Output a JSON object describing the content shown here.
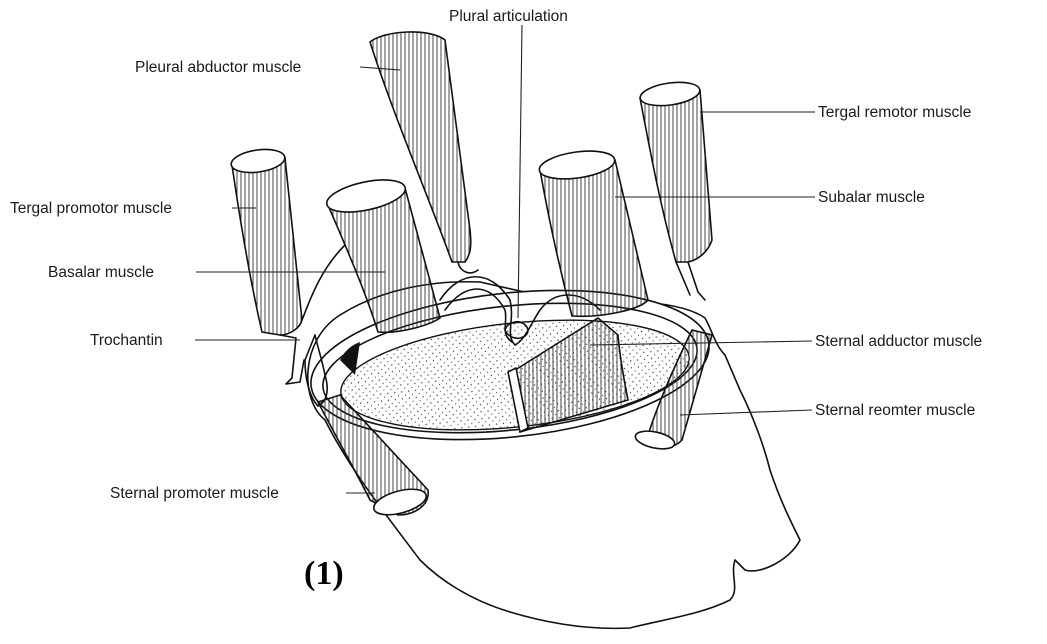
{
  "labels": {
    "plural_articulation": "Plural articulation",
    "pleural_abductor": "Pleural abductor muscle",
    "tergal_remotor": "Tergal remotor muscle",
    "tergal_promotor": "Tergal promotor muscle",
    "subalar": "Subalar muscle",
    "basalar": "Basalar muscle",
    "trochantin": "Trochantin",
    "sternal_adductor": "Sternal adductor muscle",
    "sternal_reomter": "Sternal reomter muscle",
    "sternal_promoter": "Sternal promoter muscle"
  },
  "figure_number": "(1)"
}
